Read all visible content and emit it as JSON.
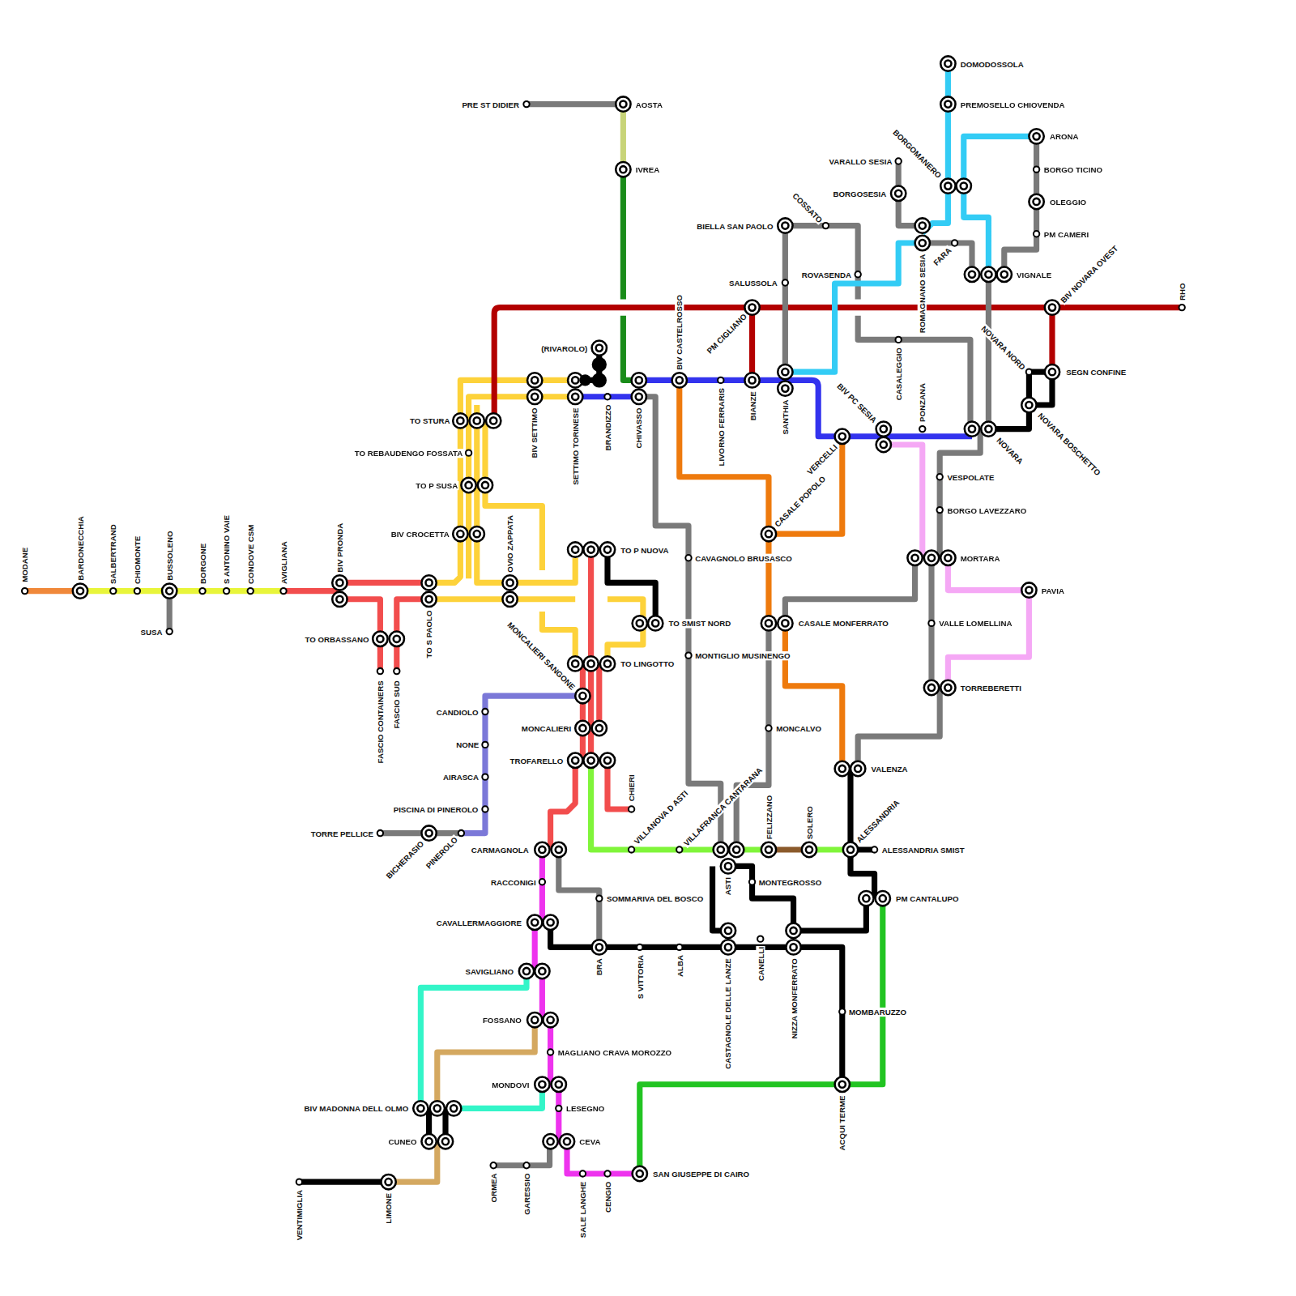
{
  "diagram": {
    "labels": [
      "MODANE",
      "BARDONECCHIA",
      "SALBERTRAND",
      "CHIOMONTE",
      "BUSSOLENO",
      "SUSA",
      "BORGONE",
      "S ANTONINO VAIE",
      "CONDOVE CSM",
      "AVIGLIANA",
      "BIV PRONDA",
      "TO ORBASSANO",
      "FASCIO CONTAINERS",
      "FASCIO SUD",
      "TO S PAOLO",
      "TO STURA",
      "TO REBAUDENGO FOSSATA",
      "TO P SUSA",
      "BIV CROCETTA",
      "OVIO ZAPPATA",
      "MONCALIERI SANGONE",
      "BIV SETTIMO",
      "(RIVAROLO)",
      "SETTIMO TORINESE",
      "BRANDIZZO",
      "CHIVASSO",
      "PRE ST DIDIER",
      "AOSTA",
      "IVREA",
      "BIV CASTELROSSO",
      "LIVORNO FERRARIS",
      "PM CIGLIANO",
      "BIANZE",
      "SANTHIA",
      "SALUSSOLA",
      "BIELLA SAN PAOLO",
      "COSSATO",
      "ROVASENDA",
      "VARALLO SESIA",
      "BORGOSESIA",
      "BORGOMANERO",
      "DOMODOSSOLA",
      "PREMOSELLO CHIOVENDA",
      "ARONA",
      "BORGO TICINO",
      "OLEGGIO",
      "PM CAMERI",
      "VIGNALE",
      "FARA",
      "ROMAGNANO SESIA",
      "CASALEGGIO",
      "PONZANA",
      "BIV NOVARA OVEST",
      "RHO",
      "NOVARA NORD",
      "SEGN CONFINE",
      "NOVARA BOSCHETTO",
      "NOVARA",
      "BIV PC SESIA",
      "VERCELLI",
      "CASALE POPOLO",
      "VESPOLATE",
      "BORGO LAVEZZARO",
      "MORTARA",
      "PAVIA",
      "VALLE LOMELLINA",
      "TORREBERETTI",
      "CASALE MONFERRATO",
      "CAVAGNOLO BRUSASCO",
      "MONTIGLIO MUSINENGO",
      "MONCALVO",
      "VALENZA",
      "ALESSANDRIA",
      "ALESSANDRIA SMIST",
      "PM CANTALUPO",
      "FELIZZANO",
      "SOLERO",
      "VILLAFRANCA CANTARANA",
      "VILLANOVA D ASTI",
      "ASTI",
      "MONTEGROSSO",
      "CASTAGNOLE DELLE LANZE",
      "CANELLI",
      "NIZZA MONFERRATO",
      "MOMBARUZZO",
      "ACQUI TERME",
      "SAN GIUSEPPE DI CAIRO",
      "TO P NUOVA",
      "TO SMIST NORD",
      "TO LINGOTTO",
      "MONCALIERI",
      "TROFARELLO",
      "CHIERI",
      "CANDIOLO",
      "NONE",
      "AIRASCA",
      "PISCINA DI PINEROLO",
      "TORRE PELLICE",
      "BICHERASIO",
      "PINEROLO",
      "CARMAGNOLA",
      "RACCONIGI",
      "SOMMARIVA DEL BOSCO",
      "CAVALLERMAGGIORE",
      "BRA",
      "S VITTORIA",
      "ALBA",
      "SAVIGLIANO",
      "FOSSANO",
      "MAGLIANO CRAVA MOROZZO",
      "MONDOVI",
      "LESEGNO",
      "BIV MADONNA DELL OLMO",
      "CUNEO",
      "CEVA",
      "VENTIMIGLIA",
      "LIMONE",
      "ORMEA",
      "GARESSIO",
      "SALE LANGHE",
      "CENGIO"
    ]
  }
}
